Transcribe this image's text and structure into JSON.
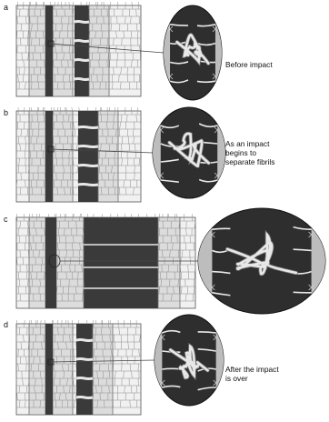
{
  "panels": [
    {
      "label": "a",
      "caption": "Before impact"
    },
    {
      "label": "b",
      "caption": "As an impact\nbegins to\nseparate fibrils"
    },
    {
      "label": "c",
      "caption": ""
    },
    {
      "label": "d",
      "caption": "After the impact\nis over"
    }
  ],
  "colors": {
    "gap": "#3a3a3a",
    "fibril": "#e8e8e8",
    "fibril_outline": "#7a7a7a",
    "cell_fill": "#dcdcdc",
    "cell_line": "#8c8c8c",
    "zoom_bg": "#2e2e2e"
  }
}
